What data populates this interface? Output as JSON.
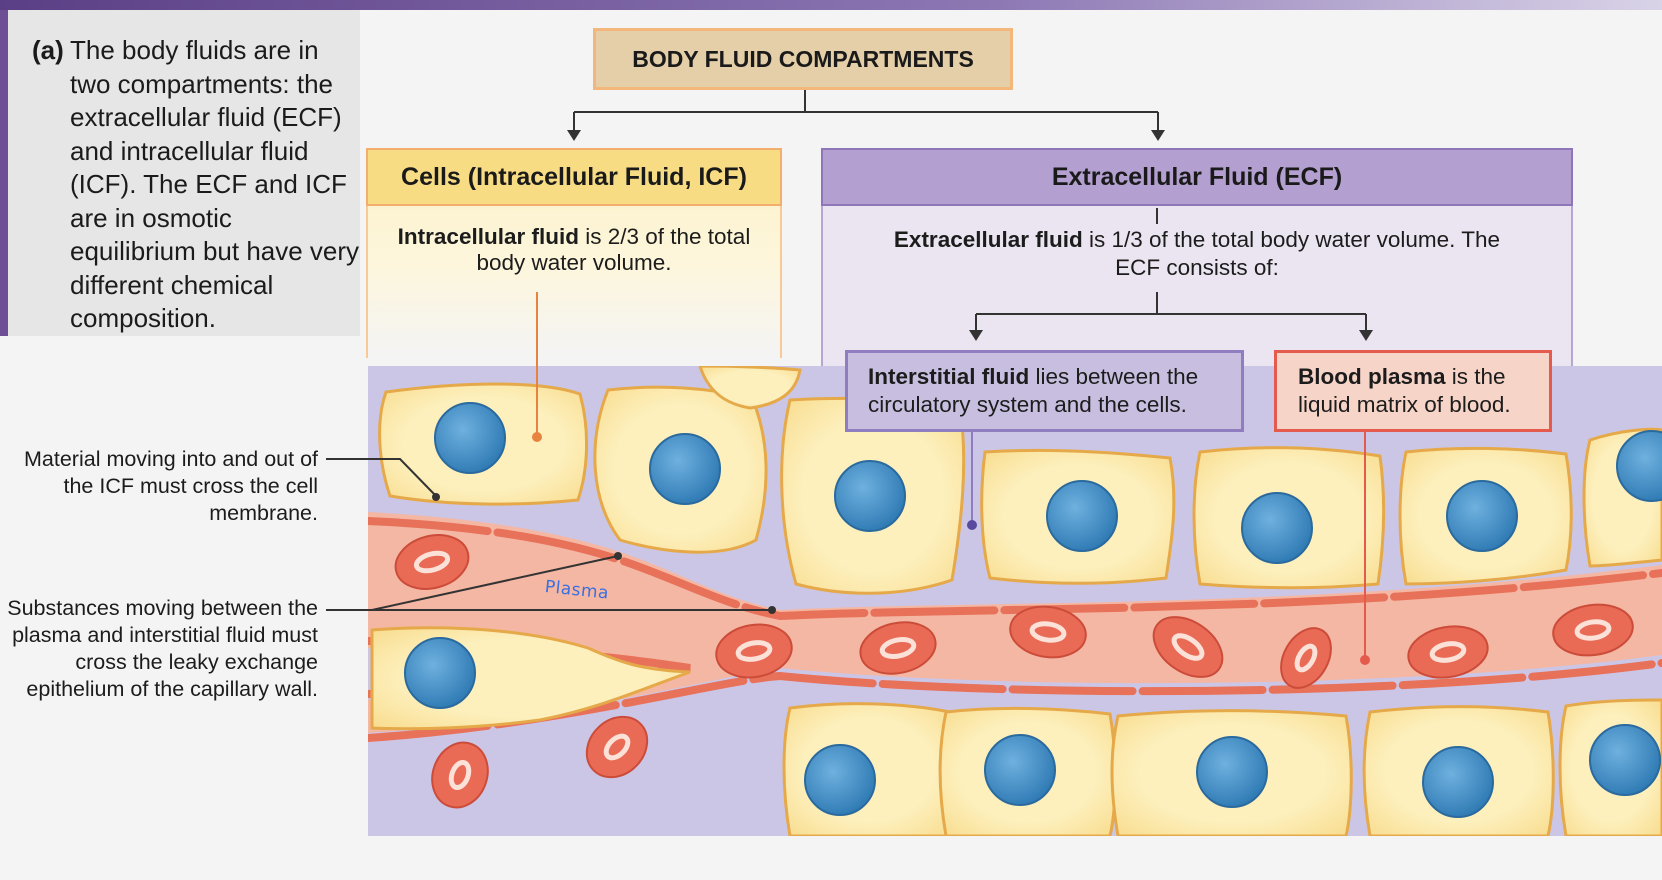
{
  "figure": {
    "panel_label": "(a)",
    "intro_text": "The body fluids are in two compartments: the extracellular fluid (ECF) and intracellular fluid (ICF). The ECF and ICF are in osmotic equilibrium but have very different chemical composition."
  },
  "title": "BODY FLUID COMPARTMENTS",
  "icf": {
    "header": "Cells (Intracellular Fluid, ICF)",
    "desc_bold": "Intracellular fluid",
    "desc_rest": " is 2/3 of the total body water volume."
  },
  "ecf": {
    "header": "Extracellular Fluid (ECF)",
    "desc_bold": "Extracellular fluid",
    "desc_rest": " is 1/3 of the total body water volume. The ECF consists of:"
  },
  "interstitial": {
    "bold": "Interstitial fluid",
    "rest": " lies between the circulatory system and the cells."
  },
  "plasma": {
    "bold": "Blood plasma",
    "rest": " is the liquid matrix of blood."
  },
  "annotations": {
    "membrane": "Material moving into and out of the ICF must cross the cell membrane.",
    "capillary": "Substances moving between the plasma and interstitial fluid must cross the leaky exchange epithelium of the capillary wall."
  },
  "handwritten_note": "Plasma",
  "colors": {
    "cell_cytoplasm": "#fcebb0",
    "cell_border": "#e9b457",
    "nucleus": "#3f8cc6",
    "interstitial": "#ccc6e6",
    "capillary_lumen": "#f4b7a3",
    "capillary_wall": "#e8715a",
    "rbc": "#e96b56"
  }
}
